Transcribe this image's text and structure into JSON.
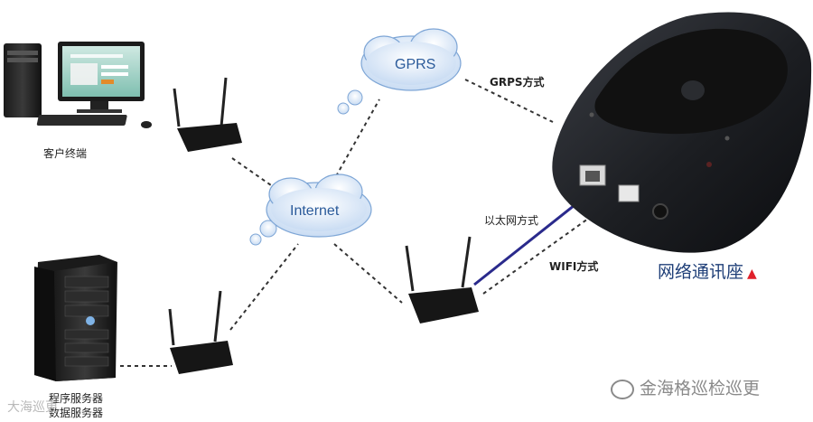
{
  "nodes": {
    "client": {
      "label": "客户终端"
    },
    "server": {
      "line1": "程序服务器",
      "line2": "数据服务器"
    },
    "dock": {
      "label": "网络通讯座",
      "marker": "▲"
    }
  },
  "clouds": {
    "gprs": "GPRS",
    "internet": "Internet"
  },
  "links": {
    "gprs": "GRPS方式",
    "ethernet": "以太网方式",
    "wifi": "WIFI方式"
  },
  "watermark": {
    "brand": "金海格巡检巡更",
    "corner": "大海巡更"
  },
  "colors": {
    "cloud": "#d9e7f7",
    "ethernet_cable": "#2a2a8c",
    "dock_title": "#1f3f78",
    "marker": "#e0202a"
  }
}
